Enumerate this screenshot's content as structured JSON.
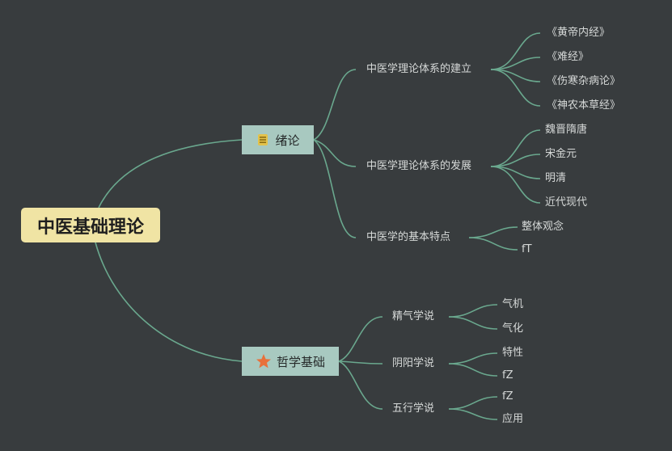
{
  "root": {
    "label": "中医基础理论"
  },
  "branches": [
    {
      "label": "绪论",
      "icon": "scroll-icon",
      "children": [
        {
          "label": "中医学理论体系的建立",
          "children": [
            "《黄帝内经》",
            "《难经》",
            "《伤寒杂病论》",
            "《神农本草经》"
          ]
        },
        {
          "label": "中医学理论体系的发展",
          "children": [
            "魏晋隋唐",
            "宋金元",
            "明清",
            "近代现代"
          ]
        },
        {
          "label": "中医学的基本特点",
          "children": [
            "整体观念",
            "fT"
          ]
        }
      ]
    },
    {
      "label": "哲学基础",
      "icon": "star-icon",
      "children": [
        {
          "label": "精气学说",
          "children": [
            "气机",
            "气化"
          ]
        },
        {
          "label": "阴阳学说",
          "children": [
            "特性",
            "fZ"
          ]
        },
        {
          "label": "五行学说",
          "children": [
            "fZ",
            "应用"
          ]
        }
      ]
    }
  ],
  "colors": {
    "background": "#383c3e",
    "root_fill": "#f0e4a4",
    "branch_fill": "#a8c9c0",
    "link": "#6aa88e",
    "text": "#d6d9d8",
    "star": "#e8703a",
    "scroll": "#e3c24a"
  }
}
